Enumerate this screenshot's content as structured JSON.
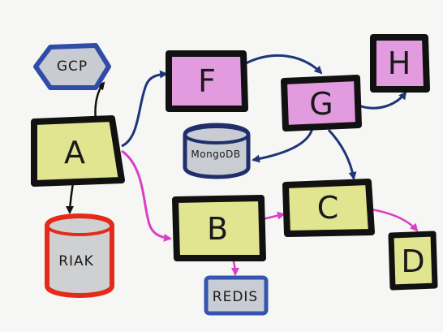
{
  "diagram": {
    "nodes": {
      "A": {
        "label": "A",
        "fill": "#e2e58f",
        "stroke": "#111111"
      },
      "B": {
        "label": "B",
        "fill": "#e2e58f",
        "stroke": "#111111"
      },
      "C": {
        "label": "C",
        "fill": "#e2e58f",
        "stroke": "#111111"
      },
      "D": {
        "label": "D",
        "fill": "#e2e58f",
        "stroke": "#111111"
      },
      "F": {
        "label": "F",
        "fill": "#e39be0",
        "stroke": "#111111"
      },
      "G": {
        "label": "G",
        "fill": "#e39be0",
        "stroke": "#111111"
      },
      "H": {
        "label": "H",
        "fill": "#e39be0",
        "stroke": "#111111"
      },
      "GCP": {
        "label": "GCP",
        "fill": "#c8ccd2",
        "stroke": "#2f4da8"
      },
      "MONGODB": {
        "label": "MongoDB",
        "fill": "#c9cdd3",
        "stroke": "#1f2f6b"
      },
      "RIAK": {
        "label": "RIAK",
        "fill": "#cfd0d2",
        "stroke": "#e32b1a"
      },
      "REDIS": {
        "label": "REDIS",
        "fill": "#c9ccd4",
        "stroke": "#3556b0"
      }
    },
    "colors": {
      "navy_arrow": "#1e3578",
      "magenta_arrow": "#db3fc5",
      "black_arrow": "#111111"
    }
  }
}
